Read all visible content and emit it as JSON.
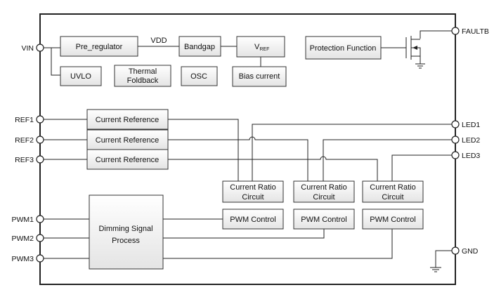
{
  "pins": {
    "vin": "VIN",
    "ref1": "REF1",
    "ref2": "REF2",
    "ref3": "REF3",
    "pwm1": "PWM1",
    "pwm2": "PWM2",
    "pwm3": "PWM3",
    "faultb": "FAULTB",
    "led1": "LED1",
    "led2": "LED2",
    "led3": "LED3",
    "gnd": "GND"
  },
  "blocks": {
    "pre_regulator": "Pre_regulator",
    "vdd": "VDD",
    "bandgap": "Bandgap",
    "vref_main": "V",
    "vref_sub": "REF",
    "uvlo": "UVLO",
    "thermal_line1": "Thermal",
    "thermal_line2": "Foldback",
    "osc": "OSC",
    "bias_current": "Bias current",
    "protection_function": "Protection Function",
    "current_reference": "Current Reference",
    "dimming_line1": "Dimming Signal",
    "dimming_line2": "Process",
    "current_ratio_line1": "Current Ratio",
    "current_ratio_line2": "Circuit",
    "pwm_control": "PWM Control"
  },
  "colors": {
    "box_top": "#ffffff",
    "box_bottom": "#e6e6e6",
    "line": "#222222"
  }
}
